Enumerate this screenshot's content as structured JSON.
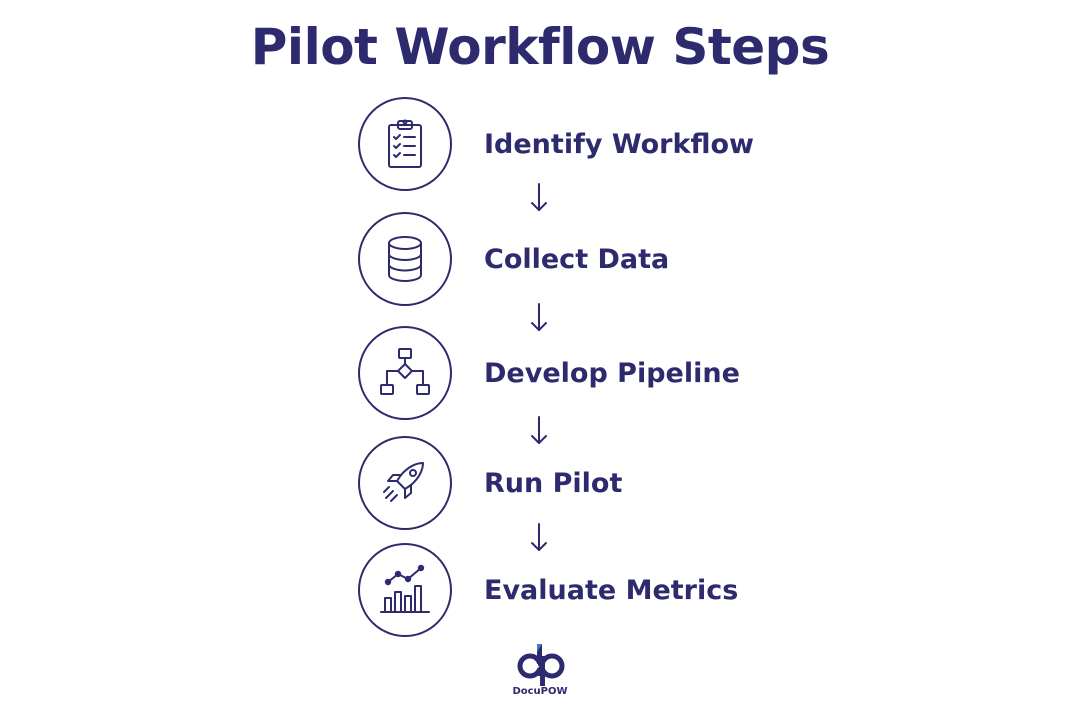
{
  "title": "Pilot Workflow Steps",
  "steps": [
    {
      "label": "Identify Workflow",
      "icon": "clipboard-checklist-icon"
    },
    {
      "label": "Collect Data",
      "icon": "database-icon"
    },
    {
      "label": "Develop Pipeline",
      "icon": "flowchart-icon"
    },
    {
      "label": "Run Pilot",
      "icon": "rocket-icon"
    },
    {
      "label": "Evaluate Metrics",
      "icon": "bar-line-chart-icon"
    }
  ],
  "logo": {
    "text": "DocuPOW",
    "icon": "docupow-logo-icon"
  },
  "colors": {
    "primary": "#2d2a6e",
    "accent": "#3a7bd5",
    "background": "#ffffff"
  }
}
